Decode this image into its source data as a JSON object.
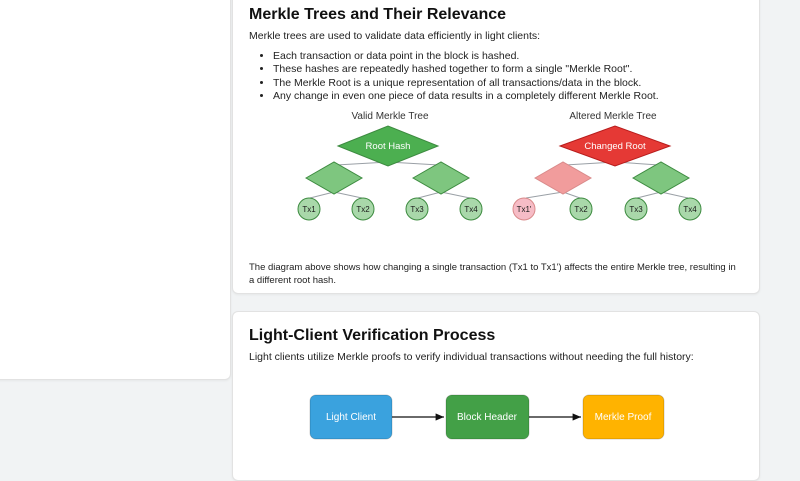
{
  "page": {
    "background": "#f1f3f4"
  },
  "card1": {
    "title": "Merkle Trees and Their Relevance",
    "intro": "Merkle trees are used to validate data efficiently in light clients:",
    "bullets": [
      "Each transaction or data point in the block is hashed.",
      "These hashes are repeatedly hashed together to form a single \"Merkle Root\".",
      "The Merkle Root is a unique representation of all transactions/data in the block.",
      "Any change in even one piece of data results in a completely different Merkle Root."
    ],
    "valid_tree": {
      "title": "Valid Merkle Tree",
      "root": {
        "label": "Root Hash",
        "fill": "#4caf50"
      },
      "children": [
        {
          "fill": "#7ec67f"
        },
        {
          "fill": "#7ec67f"
        }
      ],
      "leaves": [
        {
          "label": "Tx1",
          "fill": "#a9d8aa"
        },
        {
          "label": "Tx2",
          "fill": "#a9d8aa"
        },
        {
          "label": "Tx3",
          "fill": "#a9d8aa"
        },
        {
          "label": "Tx4",
          "fill": "#a9d8aa"
        }
      ]
    },
    "altered_tree": {
      "title": "Altered Merkle Tree",
      "root": {
        "label": "Changed Root",
        "fill": "#e53935"
      },
      "children": [
        {
          "fill": "#f19c9c"
        },
        {
          "fill": "#7ec67f"
        }
      ],
      "leaves": [
        {
          "label": "Tx1'",
          "fill": "#f6bcc6"
        },
        {
          "label": "Tx2",
          "fill": "#a9d8aa"
        },
        {
          "label": "Tx3",
          "fill": "#a9d8aa"
        },
        {
          "label": "Tx4",
          "fill": "#a9d8aa"
        }
      ]
    },
    "caption": "The diagram above shows how changing a single transaction (Tx1 to Tx1') affects the entire Merkle tree, resulting in a different root hash."
  },
  "card2": {
    "title": "Light-Client Verification Process",
    "intro": "Light clients utilize Merkle proofs to verify individual transactions without needing the full history:",
    "flow": {
      "nodes": [
        {
          "label": "Light Client",
          "fill": "#3aa2de"
        },
        {
          "label": "Block Header",
          "fill": "#43a047"
        },
        {
          "label": "Merkle Proof",
          "fill": "#ffb300"
        }
      ]
    }
  }
}
